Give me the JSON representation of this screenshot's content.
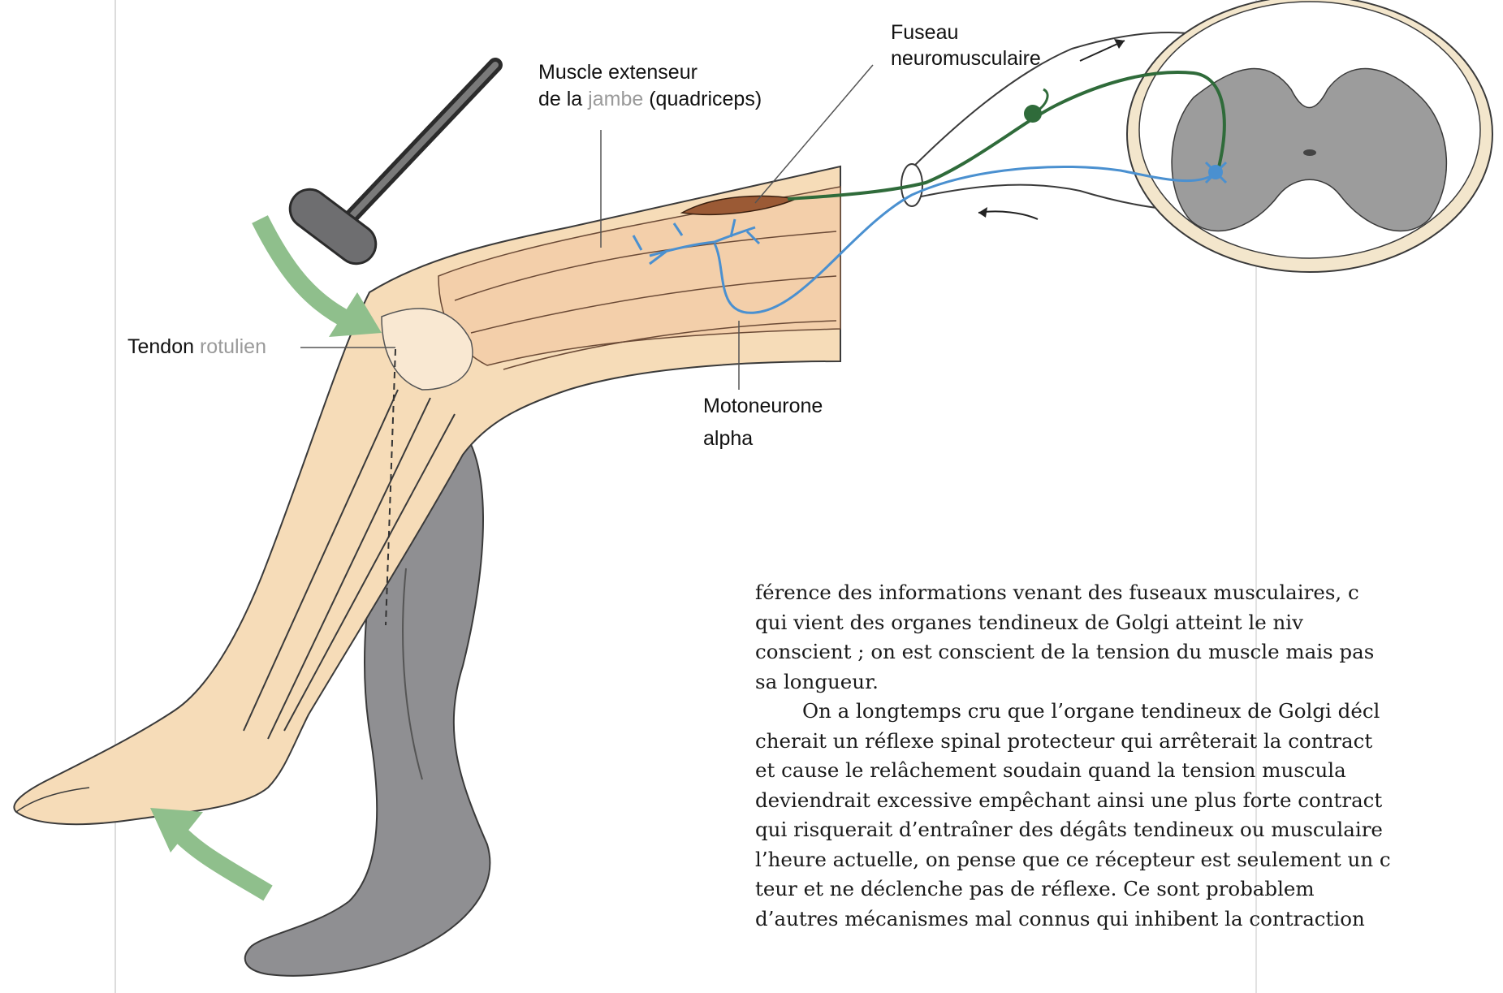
{
  "labels": {
    "extensor_a": "Muscle extenseur",
    "extensor_b1": "de la ",
    "extensor_b2": "jambe",
    "extensor_b3": " (quadriceps)",
    "spindle_1": "Fuseau",
    "spindle_2": "neuromusculaire",
    "tendon_1": "Tendon",
    "tendon_2": " rotulien",
    "motor_1": "Motoneurone",
    "motor_2": "alpha"
  },
  "text_lines": [
    "férence des informations venant des fuseaux musculaires, c",
    "qui vient des organes tendineux de Golgi atteint le niv",
    "conscient ; on est conscient de la tension du muscle mais pas",
    "sa longueur.",
    "On a longtemps cru que l’organe tendineux de Golgi décl",
    "cherait un réflexe spinal protecteur qui arrêterait la contract",
    "et cause le relâchement soudain quand la tension muscula",
    "deviendrait excessive empêchant ainsi une plus forte contract",
    "qui risquerait d’entraîner des dégâts tendineux ou musculaire",
    "l’heure actuelle, on pense que ce récepteur est seulement un c",
    "teur et ne déclenche pas de réflexe. Ce sont probablem",
    "d’autres mécanismes mal connus qui inhibent la contraction"
  ],
  "colors": {
    "skin": "#f6dcb8",
    "muscle": "#f3cfaa",
    "gray_leg": "#8f8f92",
    "green_arrow": "#8fbf8c",
    "sensory_neuron": "#2f6b3a",
    "motor_neuron": "#4a90d0",
    "cord_gray": "#9c9c9c"
  },
  "icons": [
    "reflex-hammer-icon",
    "tap-arrow-icon",
    "kick-arrow-icon"
  ]
}
